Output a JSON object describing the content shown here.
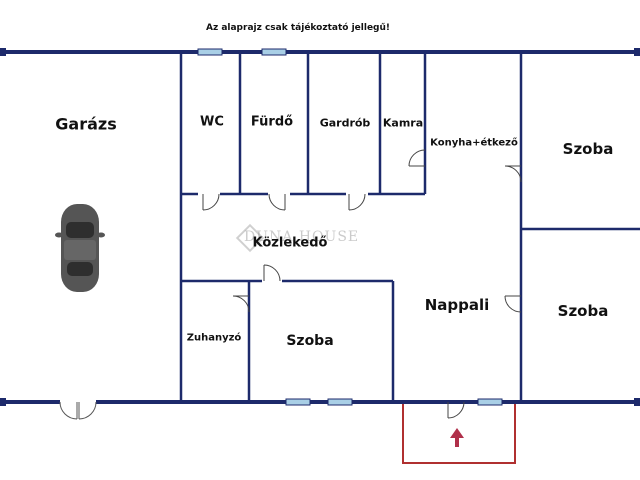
{
  "note": "Az alaprajz csak tájékoztató jellegű!",
  "watermark": "DUNA HOUSE",
  "rooms": {
    "garage": "Garázs",
    "wc": "WC",
    "bathroom": "Fürdő",
    "wardrobe": "Gardrób",
    "pantry": "Kamra",
    "kitchen": "Konyha+étkező",
    "room_top_right": "Szoba",
    "hallway": "Közlekedő",
    "living": "Nappali",
    "room_right": "Szoba",
    "shower": "Zuhanyzó",
    "room_bottom": "Szoba"
  },
  "colors": {
    "wall": "#1d2a6b",
    "window": "#a9cfe6",
    "entrance": "#b03030",
    "arrow": "#b0304a",
    "car": "#555555"
  },
  "icons": {
    "car": "car-icon",
    "entrance_arrow": "arrow-up-icon"
  }
}
